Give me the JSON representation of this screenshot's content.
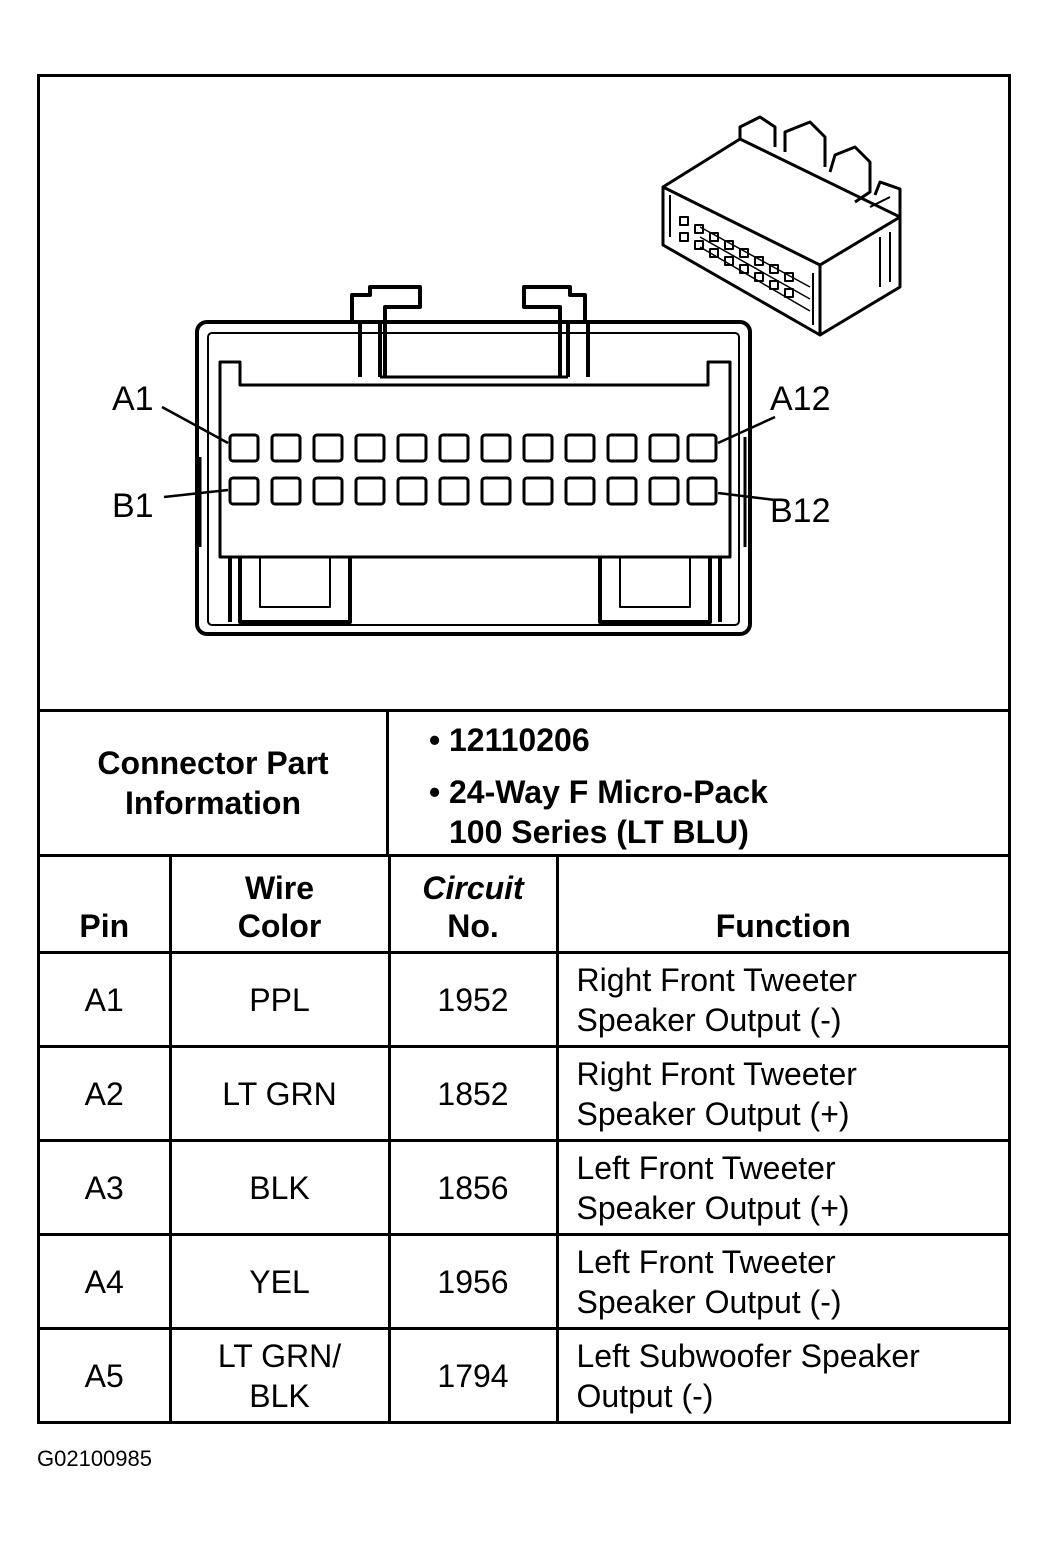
{
  "pin_labels": {
    "top_left": "A1",
    "top_right": "A12",
    "bottom_left": "B1",
    "bottom_right": "B12"
  },
  "connector_info": {
    "label": "Connector Part Information",
    "part_number": "12110206",
    "description_line1": "24-Way F Micro-Pack",
    "description_line2": "100 Series (LT BLU)"
  },
  "table": {
    "headers": {
      "pin": "Pin",
      "wire_color_1": "Wire",
      "wire_color_2": "Color",
      "circuit_1": "Circuit",
      "circuit_2": "No.",
      "function": "Function"
    },
    "rows": [
      {
        "pin": "A1",
        "wire": "PPL",
        "wire2": "",
        "circuit": "1952",
        "func1": "Right Front Tweeter",
        "func2": "Speaker Output (-)"
      },
      {
        "pin": "A2",
        "wire": "LT GRN",
        "wire2": "",
        "circuit": "1852",
        "func1": "Right Front Tweeter",
        "func2": "Speaker Output (+)"
      },
      {
        "pin": "A3",
        "wire": "BLK",
        "wire2": "",
        "circuit": "1856",
        "func1": "Left Front Tweeter",
        "func2": "Speaker Output (+)"
      },
      {
        "pin": "A4",
        "wire": "YEL",
        "wire2": "",
        "circuit": "1956",
        "func1": "Left Front Tweeter",
        "func2": "Speaker Output (-)"
      },
      {
        "pin": "A5",
        "wire": "LT GRN/",
        "wire2": "BLK",
        "circuit": "1794",
        "func1": "Left Subwoofer Speaker",
        "func2": "Output (-)"
      }
    ]
  },
  "figure_id": "G02100985"
}
